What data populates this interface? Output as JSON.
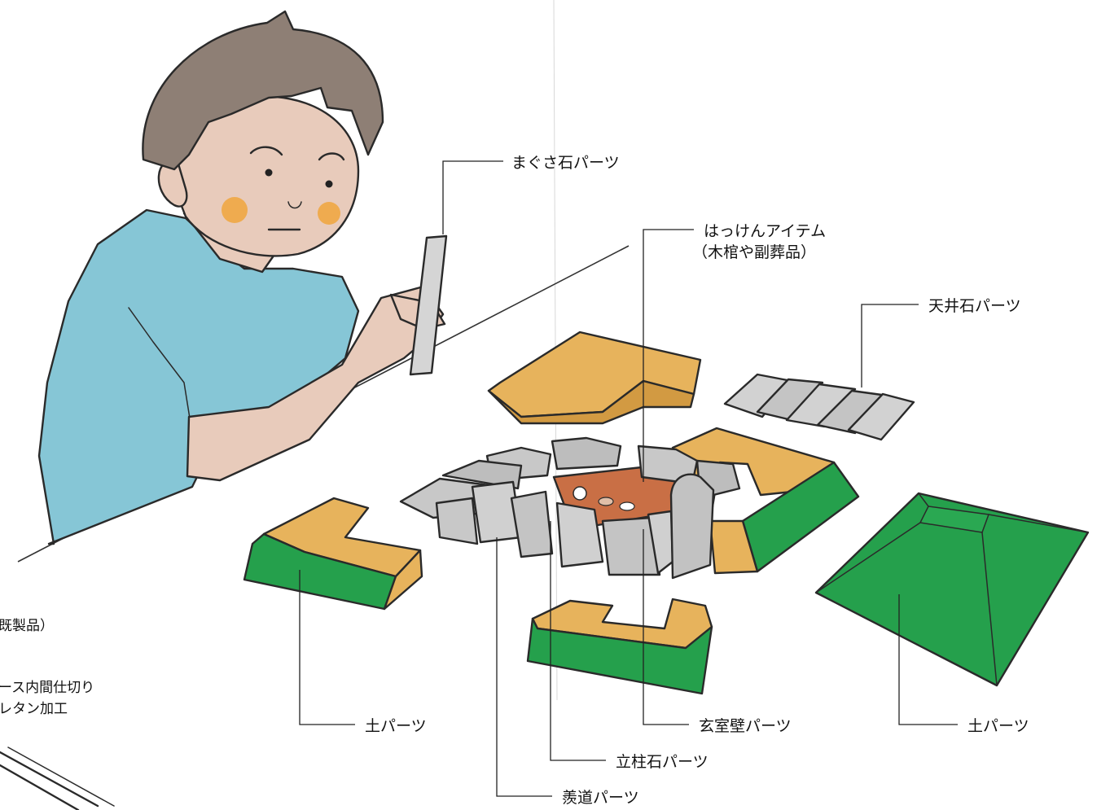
{
  "labels": {
    "magusa": "まぐさ石パーツ",
    "hakken_1": "はっけんアイテム",
    "hakken_2": "（木棺や副葬品）",
    "tenjo": "天井石パーツ",
    "tsuchi_left": "土パーツ",
    "tsuchi_right": "土パーツ",
    "genshitsu": "玄室壁パーツ",
    "ritchu": "立柱石パーツ",
    "sendo": "羨道パーツ",
    "cut_1": "既製品）",
    "cut_2": "ース内間仕切り",
    "cut_3": "レタン加工"
  },
  "colors": {
    "soil_top": "#e7b35c",
    "soil_side": "#25a04c",
    "stone": "#c8c8c8",
    "shirt": "#86c6d6",
    "skin": "#e8cbbb",
    "hair": "#8e7f75",
    "cheek": "#f0a63c",
    "chamber_floor": "#c96f45",
    "leader_line": "#222222"
  }
}
